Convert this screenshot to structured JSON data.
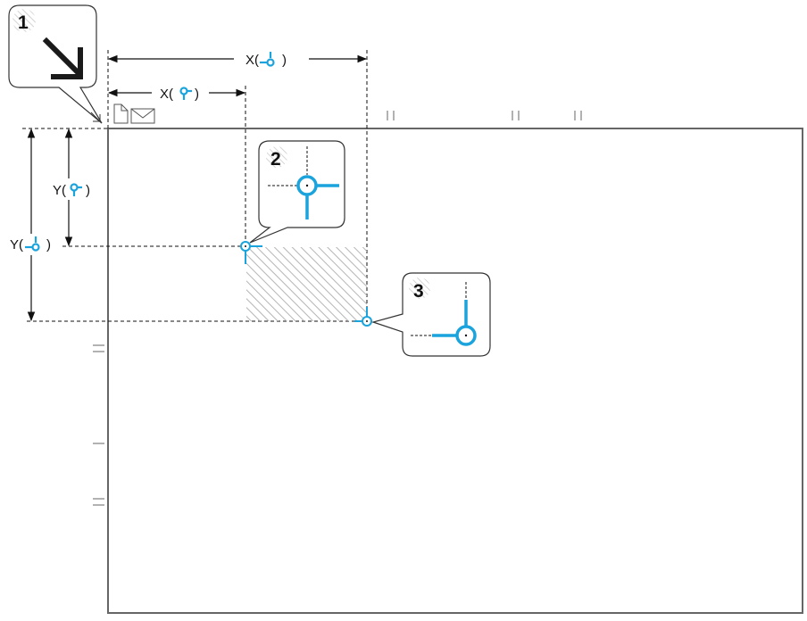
{
  "labels": {
    "x_start": "X(",
    "x_end": "X(",
    "y_start": "Y(",
    "y_end": "Y(",
    "close": ")"
  },
  "callouts": [
    {
      "number": "1",
      "icon": "diagonal-arrow-icon"
    },
    {
      "number": "2",
      "icon": "region-start-corner-icon"
    },
    {
      "number": "3",
      "icon": "region-end-corner-icon"
    }
  ],
  "colors": {
    "accent": "#1aa3dc",
    "frame": "#666666",
    "line": "#111111",
    "hatch": "#b5b5b5"
  }
}
